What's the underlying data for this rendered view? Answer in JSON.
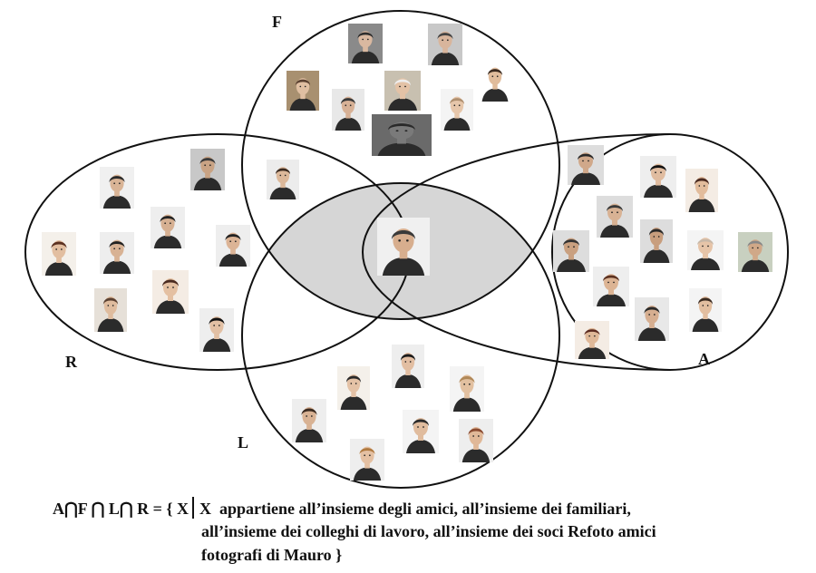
{
  "sets": {
    "F": "F",
    "R": "R",
    "A": "A",
    "L": "L"
  },
  "colors": {
    "center_fill": "#d6d6d6",
    "outline": "#111111"
  },
  "caption": {
    "formula": "A⋂F ⋂ L⋂ R = { X",
    "x_var": "X",
    "line1_rest": "appartiene all’insieme degli amici, all’insieme dei familiari,",
    "line2": "all’insieme dei colleghi di lavoro, all’insieme dei soci Refoto amici",
    "line3": "fotografi di Mauro }"
  }
}
